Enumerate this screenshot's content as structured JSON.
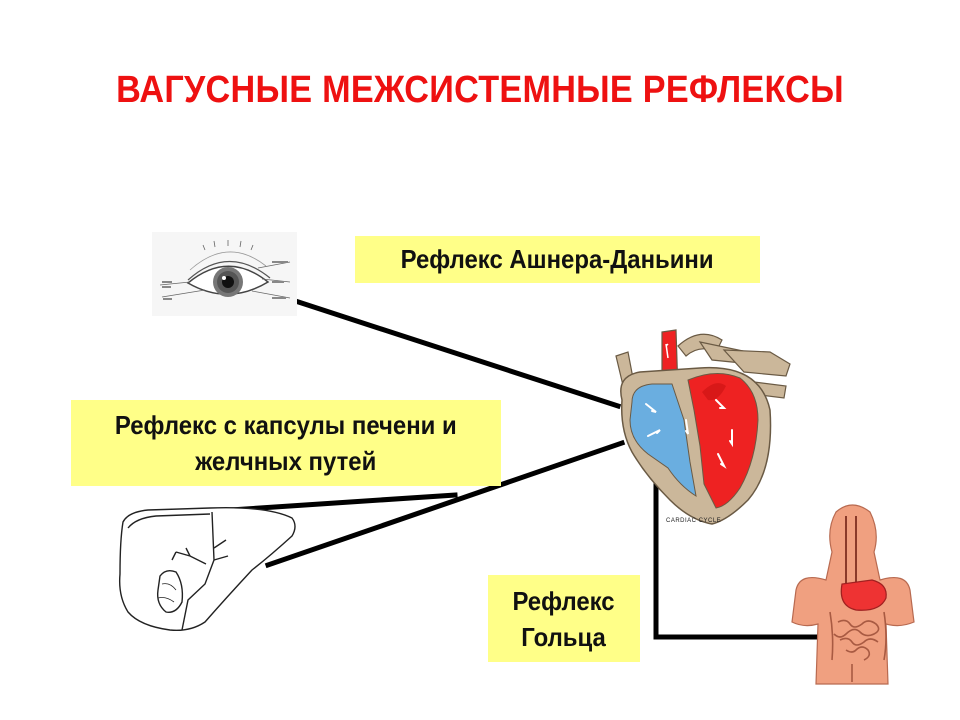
{
  "title": "ВАГУСНЫЕ  МЕЖСИСТЕМНЫЕ  РЕФЛЕКСЫ",
  "labels": {
    "ashner": "Рефлекс  Ашнера-Даньини",
    "liver": "Рефлекс с капсулы печени и\nжелчных   путей",
    "goltz": "Рефлекс\nГольца"
  },
  "heart_caption": "CARDIAC CYCLE",
  "colors": {
    "title": "#ee1111",
    "label_background": "#ffff88",
    "connector": "#000000",
    "heart_red": "#ee2222",
    "heart_blue": "#6aaee0",
    "heart_wall": "#cbb79a",
    "body_skin": "#f0a080"
  },
  "illustrations": [
    "eye-illustration",
    "liver-illustration",
    "heart-illustration",
    "torso-illustration"
  ]
}
